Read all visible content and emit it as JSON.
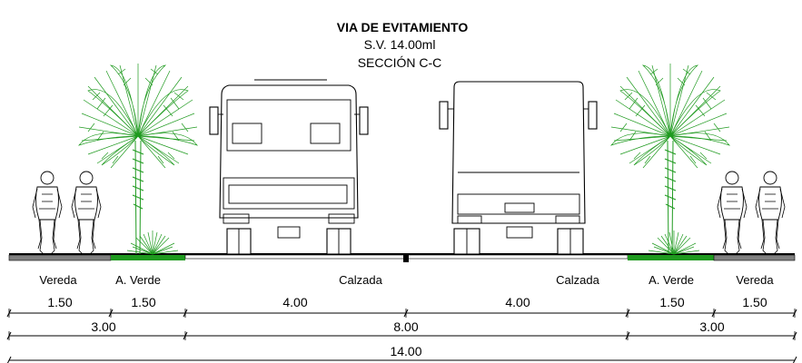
{
  "title": {
    "main": "VIA DE EVITAMIENTO",
    "sub1": "S.V. 14.00ml",
    "sub2": "SECCIÓN C-C"
  },
  "zones": {
    "vereda_left": "Vereda",
    "verde_left": "A. Verde",
    "calzada_left": "Calzada",
    "calzada_right": "Calzada",
    "verde_right": "A. Verde",
    "vereda_right": "Vereda"
  },
  "dims_row1": [
    "1.50",
    "1.50",
    "4.00",
    "4.00",
    "1.50",
    "1.50"
  ],
  "dims_row2": [
    "3.00",
    "8.00",
    "3.00"
  ],
  "dims_row3": [
    "14.00"
  ],
  "colors": {
    "green": "#1f9a1f",
    "ground": "#808080",
    "line": "#000000"
  }
}
